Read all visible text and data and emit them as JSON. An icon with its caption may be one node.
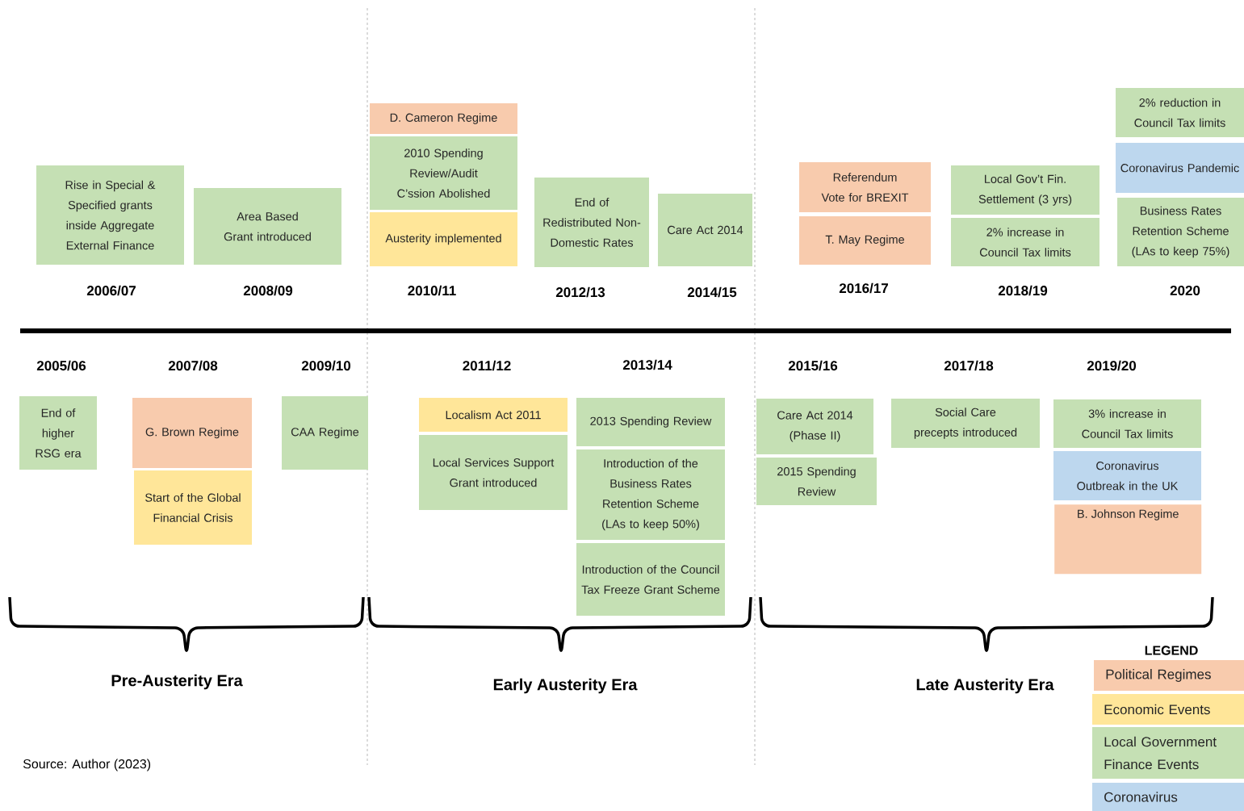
{
  "diagram": {
    "caption": "Source: Author (2023)",
    "nodes": [
      {
        "text": [
          "Rise in Special & Specified grants inside Aggregate External Finance"
        ]
      },
      {
        "text": [
          "Area Based Grant introduced"
        ]
      },
      {
        "text": [
          "D. Cameron Regime"
        ]
      },
      {
        "text": [
          "2010 Spending Review/Audit C’ssion Abolished"
        ]
      },
      {
        "text": [
          "Austerity implemented"
        ]
      },
      {
        "text": [
          "End of Redistributed Non-Domestic Rates"
        ]
      },
      {
        "text": [
          "Care Act 2014"
        ]
      },
      {
        "text": [
          "Referendum Vote for BREXIT"
        ]
      },
      {
        "text": [
          "T. May Regime"
        ]
      },
      {
        "text": [
          "Local Gov’t Fin. Settlement (3 yrs)"
        ]
      },
      {
        "text": [
          "2% increase in Council Tax limits"
        ]
      },
      {
        "text": [
          "2% reduction in Council Tax limits"
        ]
      },
      {
        "text": [
          "Coronavirus Pandemic"
        ]
      },
      {
        "text": [
          "Business Rates Retention Scheme (LAs to keep 75%)"
        ]
      },
      {
        "text": [
          "End of higher RSG era"
        ]
      },
      {
        "text": [
          "G. Brown Regime"
        ]
      },
      {
        "text": [
          "Start of the Global Financial Crisis"
        ]
      },
      {
        "text": [
          "CAA Regime"
        ]
      },
      {
        "text": [
          "Localism Act 2011"
        ]
      },
      {
        "text": [
          "Local Services Support Grant introduced"
        ]
      },
      {
        "text": [
          "2013 Spending Review"
        ]
      },
      {
        "text": [
          "Introduction of the Business Rates Retention Scheme (LAs to keep 50%)"
        ]
      },
      {
        "text": [
          "Introduction of the Council Tax Freeze Grant Scheme"
        ]
      },
      {
        "text": [
          "Care Act 2014 (Phase II)"
        ]
      },
      {
        "text": [
          "2015 Spending Review"
        ]
      },
      {
        "text": [
          "Social Care precepts introduced"
        ]
      },
      {
        "text": [
          "3% increase in Council Tax limits"
        ]
      },
      {
        "text": [
          "Coronavirus Outbreak in the UK"
        ]
      },
      {
        "text": [
          "B. Johnson Regime"
        ]
      }
    ],
    "labels": [
      "2006/07",
      "2008/09",
      "2010/11",
      "2012/13",
      "2014/15",
      "2016/17",
      "2018/19",
      "2020",
      "2005/06",
      "2007/08",
      "2009/10",
      "2011/12",
      "2013/14",
      "2015/16",
      "2017/18",
      "2019/20",
      "Pre-Austerity Era",
      "Early Austerity Era",
      "Late Austerity Era",
      "LEGEND"
    ],
    "legend": [
      {
        "text": "Political Regimes",
        "color": "#f8cbad"
      },
      {
        "text": "Economic Events",
        "color": "#ffe699"
      },
      {
        "text": "Local Government Finance Events",
        "color": "#c5e0b4"
      },
      {
        "text": "Coronavirus",
        "color": "#bdd7ee"
      }
    ]
  }
}
